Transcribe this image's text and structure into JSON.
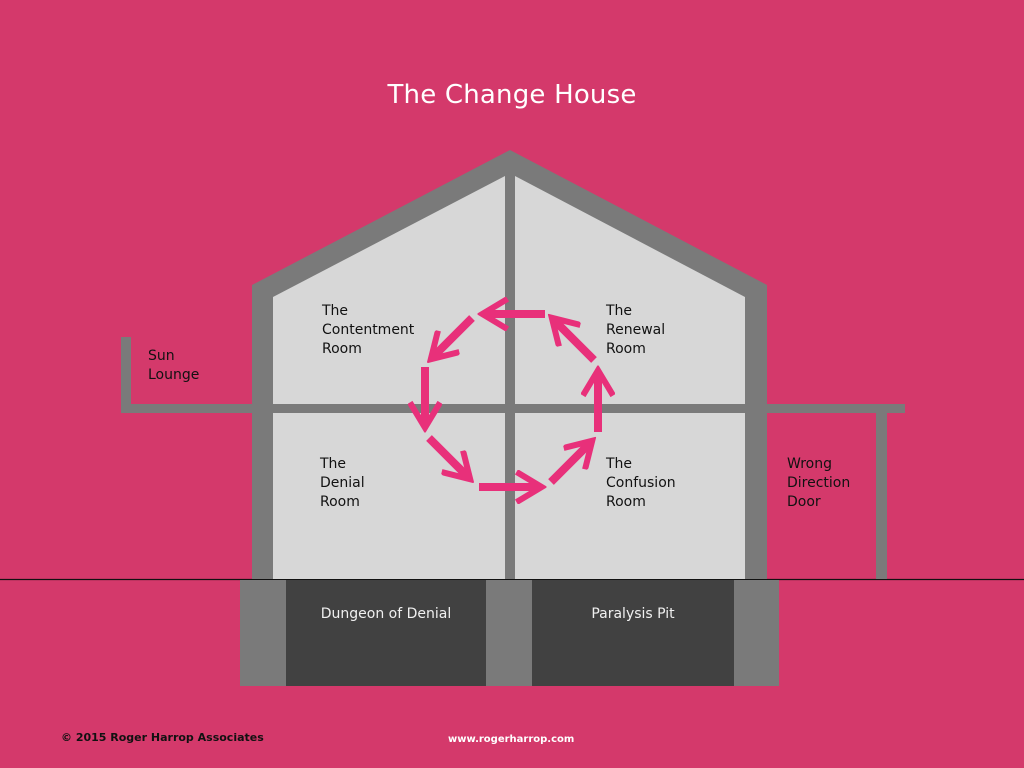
{
  "title": "The Change House",
  "colors": {
    "background": "#d4396b",
    "wall": "#7a7a7a",
    "room": "#d7d7d7",
    "basement": "#414141",
    "arrow": "#e8307a",
    "ground_line": "#111111"
  },
  "rooms": {
    "contentment": "The\nContentment\nRoom",
    "renewal": "The\nRenewal\nRoom",
    "denial": "The\nDenial\nRoom",
    "confusion": "The\nConfusion\nRoom"
  },
  "annexes": {
    "sun_lounge": "Sun\nLounge",
    "wrong_door": "Wrong\nDirection\nDoor"
  },
  "basement": {
    "left": "Dungeon of Denial",
    "right": "Paralysis Pit"
  },
  "cycle_arrows": [
    {
      "from": "renewal",
      "direction": "left"
    },
    {
      "from": "top",
      "direction": "down-left"
    },
    {
      "from": "contentment",
      "direction": "down"
    },
    {
      "from": "denial",
      "direction": "down-right"
    },
    {
      "from": "denial",
      "direction": "right"
    },
    {
      "from": "confusion",
      "direction": "up-right"
    },
    {
      "from": "confusion",
      "direction": "up"
    },
    {
      "from": "renewal",
      "direction": "up-left"
    }
  ],
  "footer": {
    "copyright": "© 2015 Roger Harrop Associates",
    "website": "www.rogerharrop.com"
  }
}
